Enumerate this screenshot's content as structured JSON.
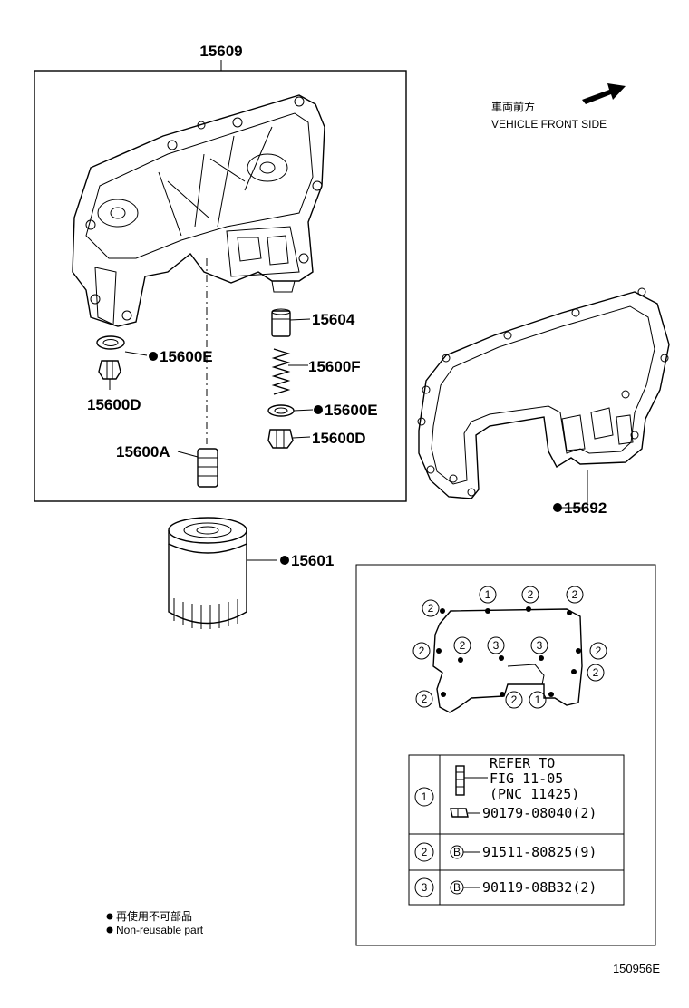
{
  "main_assembly": {
    "label": "15609"
  },
  "parts": [
    {
      "id": "15600E_left",
      "label": "15600E",
      "non_reusable": true
    },
    {
      "id": "15600D_left",
      "label": "15600D",
      "non_reusable": false
    },
    {
      "id": "15600A",
      "label": "15600A",
      "non_reusable": false
    },
    {
      "id": "15604",
      "label": "15604",
      "non_reusable": false
    },
    {
      "id": "15600F",
      "label": "15600F",
      "non_reusable": false
    },
    {
      "id": "15600E_right",
      "label": "15600E",
      "non_reusable": true
    },
    {
      "id": "15600D_right",
      "label": "15600D",
      "non_reusable": false
    },
    {
      "id": "15692",
      "label": "15692",
      "non_reusable": true
    },
    {
      "id": "15601",
      "label": "15601",
      "non_reusable": true
    }
  ],
  "orientation": {
    "jp": "車両前方",
    "en": "VEHICLE FRONT SIDE"
  },
  "bolt_map": {
    "markers": [
      "1",
      "2",
      "2",
      "2",
      "2",
      "2",
      "3",
      "3",
      "2",
      "2",
      "2",
      "2",
      "1"
    ]
  },
  "fastener_table": {
    "rows": [
      {
        "num": "1",
        "lines": [
          "REFER TO",
          "FIG 11-05",
          "(PNC 11425)",
          "90179-08040(2)"
        ]
      },
      {
        "num": "2",
        "lines": [
          "91511-80825(9)"
        ]
      },
      {
        "num": "3",
        "lines": [
          "90119-08B32(2)"
        ]
      }
    ]
  },
  "legend": {
    "jp": "再使用不可部品",
    "en": "Non-reusable part"
  },
  "illustration_id": "150956E",
  "colors": {
    "ink": "#000000",
    "paper": "#ffffff"
  }
}
